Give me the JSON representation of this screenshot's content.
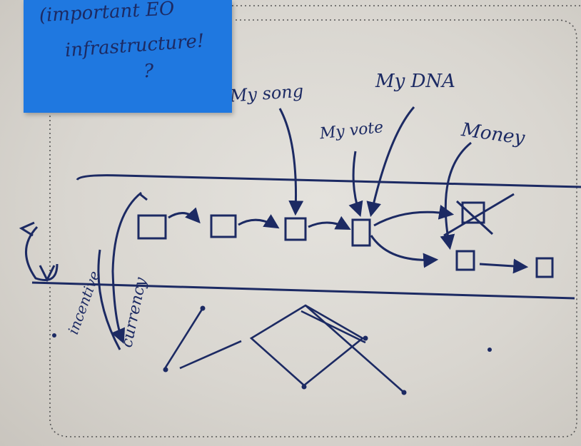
{
  "sticky_note": {
    "lines": [
      "(important EO",
      "infrastructure!",
      "?"
    ],
    "color": "#1f78e0"
  },
  "labels": {
    "my_song": "My song",
    "my_dna": "My DNA",
    "my_vote": "My vote",
    "money": "Money",
    "currency": "currency",
    "incentive": "incentive"
  },
  "ink_color": "#1c2a63"
}
